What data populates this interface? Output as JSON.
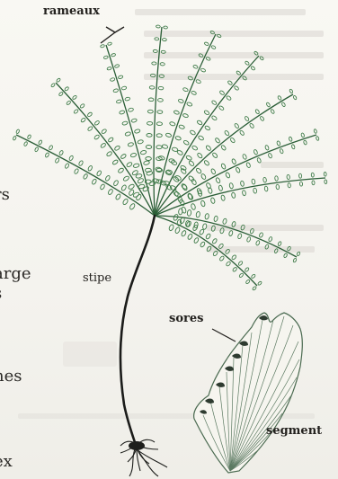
{
  "labels": {
    "rameaux": "rameaux",
    "stipe": "stipe",
    "sores": "sores",
    "segment": "segment"
  },
  "page_text_fragments": [
    "rs",
    "arge",
    "s",
    "nes",
    "ex"
  ],
  "colors": {
    "frond_green": "#3d7a47",
    "frond_dark": "#2b5e37",
    "stipe_black": "#1b1c1a",
    "text": "#23211e",
    "segment_ink": "#4a6a50",
    "sori_dark": "#2e3b30"
  }
}
